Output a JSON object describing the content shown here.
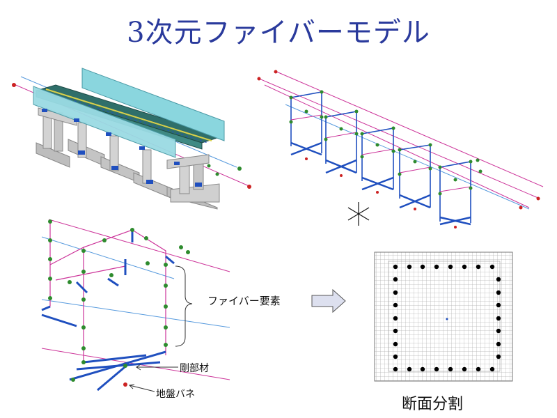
{
  "title": "3次元ファイバーモデル",
  "labels": {
    "fiber_element": "ファイバー要素",
    "rigid_member": "剛部材",
    "ground_spring": "地盤バネ",
    "section_division": "断面分割"
  },
  "colors": {
    "title": "#2a3a9c",
    "member_line": "#cc3399",
    "axis_line": "#5599dd",
    "node": "#2e8b2e",
    "brace": "#1f4fbf",
    "barrier": "#8ad6de",
    "deck": "#2f6f6a",
    "pier": "#c8c8c8",
    "rebar": "#000000"
  }
}
